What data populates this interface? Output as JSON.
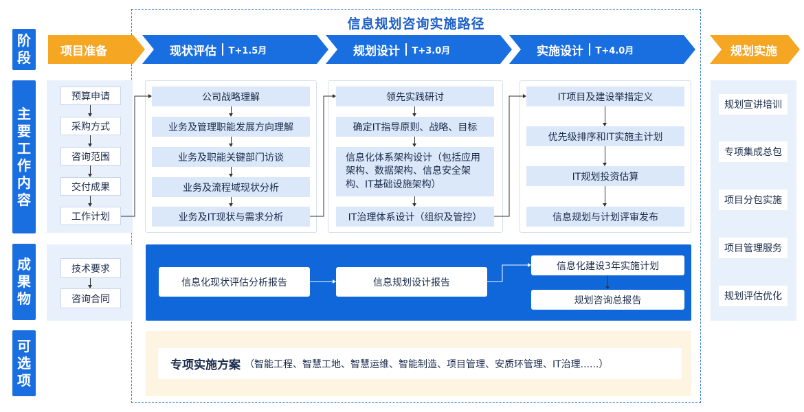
{
  "title": "信息规划咨询实施路径",
  "side_labels": {
    "stage": "阶段",
    "work": "主要工作内容",
    "deliverables": "成果物",
    "optional": "可选项"
  },
  "phases": [
    {
      "name": "项目准备",
      "duration": ""
    },
    {
      "name": "现状评估",
      "duration": "T+1.5月"
    },
    {
      "name": "规划设计",
      "duration": "T+3.0月"
    },
    {
      "name": "实施设计",
      "duration": "T+4.0月"
    },
    {
      "name": "规划实施",
      "duration": ""
    }
  ],
  "prep_work": [
    "预算申请",
    "采购方式",
    "咨询范围",
    "交付成果",
    "工作计划"
  ],
  "assess_work": [
    "公司战略理解",
    "业务及管理职能发展方向理解",
    "业务及职能关键部门访谈",
    "业务及流程域现状分析",
    "业务及IT现状与需求分析"
  ],
  "plan_work": [
    "领先实践研讨",
    "确定IT指导原则、战略、目标",
    "信息化体系架构设计（包括应用架构、数据架构、信息安全架构、IT基础设施架构）",
    "IT治理体系设计（组织及管控）"
  ],
  "impl_work": [
    "IT项目及建设举措定义",
    "优先级排序和IT实施主计划",
    "IT规划投资估算",
    "信息规划与计划评审发布"
  ],
  "prep_deliverables": [
    "技术要求",
    "咨询合同"
  ],
  "deliverables": [
    "信息化现状评估分析报告",
    "信息规划设计报告",
    "信息化建设3年实施计划",
    "规划咨询总报告"
  ],
  "optional": {
    "title": "专项实施方案",
    "detail": "（智能工程、智慧工地、智慧运维、智能制造、项目管理、安质环管理、IT治理......）"
  },
  "rollout": [
    "规划宣讲培训",
    "专项集成总包",
    "项目分包实施",
    "项目管理服务",
    "规划评估优化"
  ],
  "colors": {
    "primary": "#1a6fe0",
    "accent": "#f5a623",
    "light_panel": "#e8f0fb",
    "optional_bg": "#fdf4e1"
  }
}
